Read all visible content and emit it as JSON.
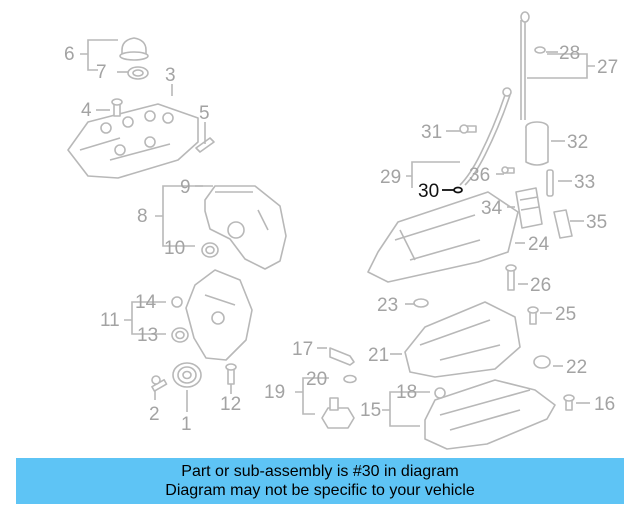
{
  "callouts": {
    "c1": "1",
    "c2": "2",
    "c3": "3",
    "c4": "4",
    "c5": "5",
    "c6": "6",
    "c7": "7",
    "c8": "8",
    "c9": "9",
    "c10": "10",
    "c11": "11",
    "c12": "12",
    "c13": "13",
    "c14": "14",
    "c15": "15",
    "c16": "16",
    "c17": "17",
    "c18": "18",
    "c19": "19",
    "c20": "20",
    "c21": "21",
    "c22": "22",
    "c23": "23",
    "c24": "24",
    "c25": "25",
    "c26": "26",
    "c27": "27",
    "c28": "28",
    "c29": "29",
    "c30": "30",
    "c31": "31",
    "c32": "32",
    "c33": "33",
    "c34": "34",
    "c35": "35",
    "c36": "36"
  },
  "highlighted_part": "30",
  "colors": {
    "banner": "#5ec4f5",
    "diagram_lines": "#b8b8b8",
    "highlight": "#111111"
  },
  "banner": {
    "line1": "Part or sub-assembly is #30 in diagram",
    "line2": "Diagram may not be specific to your vehicle"
  }
}
